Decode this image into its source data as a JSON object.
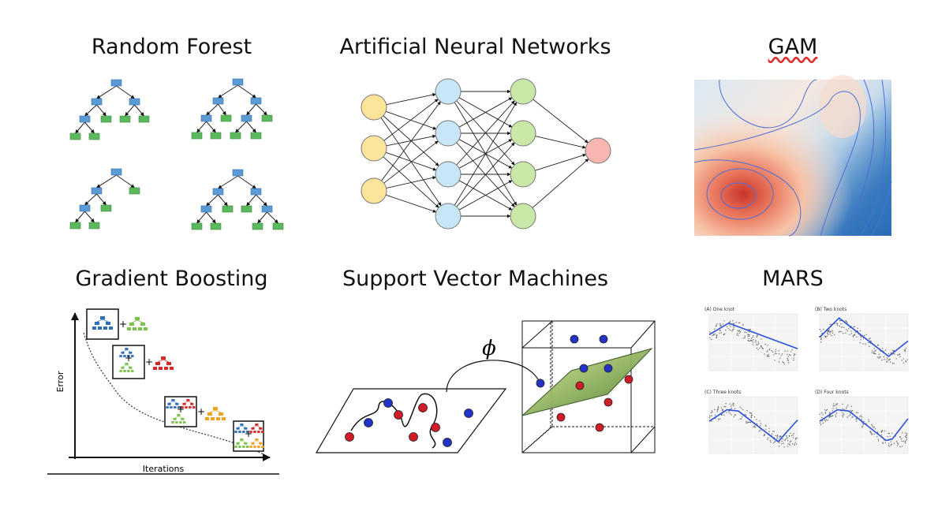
{
  "titles": {
    "random_forest": "Random Forest",
    "ann": "Artificial Neural Networks",
    "gam": "GAM",
    "gradient_boosting": "Gradient Boosting",
    "svm": "Support Vector Machines",
    "mars": "MARS"
  },
  "gradient_boosting_plot": {
    "ylabel": "Error",
    "xlabel": "Iterations",
    "plus": "+"
  },
  "svm_diagram": {
    "mapping_symbol": "ϕ"
  },
  "mars_panels": [
    {
      "label": "(A) One knot"
    },
    {
      "label": "(B) Two knots"
    },
    {
      "label": "(C) Three knots"
    },
    {
      "label": "(D) Four knots"
    }
  ],
  "colors": {
    "tree_node_blue": "#5b9bd5",
    "tree_leaf_green": "#5cb85c",
    "ann_input": "#fde49b",
    "ann_hidden1": "#c7e6f7",
    "ann_hidden2": "#c9e8a8",
    "ann_output": "#f7b7b0",
    "svm_red": "#d01c27",
    "svm_blue": "#2233c8",
    "mars_line": "#2a4fd8"
  }
}
